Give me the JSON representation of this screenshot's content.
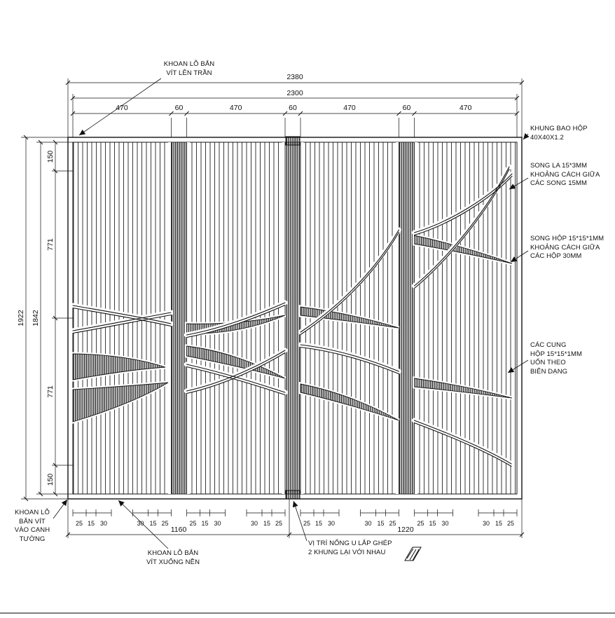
{
  "drawing": {
    "dims": {
      "overall_width": "2380",
      "inner_width": "2300",
      "overall_height": "1922",
      "inner_height": "1842",
      "top_segments": [
        "470",
        "60",
        "470",
        "60",
        "470",
        "60",
        "470"
      ],
      "left_segments": [
        "150",
        "771",
        "771",
        "150"
      ],
      "bottom_left_width": "1160",
      "bottom_right_width": "1220",
      "slat_spacing": [
        "25",
        "15",
        "30",
        "30",
        "15",
        "25"
      ]
    },
    "callouts": {
      "ceiling_screw": [
        "KHOAN LỖ BẮN",
        "VÍT LÊN TRẦN"
      ],
      "frame": [
        "KHUNG BAO HỘP",
        "40X40X1.2"
      ],
      "song_la": [
        "SONG LA 15*3MM",
        "KHOẢNG CÁCH GIỮA",
        "CÁC SONG 15MM"
      ],
      "song_hop": [
        "SONG HỘP 15*15*1MM",
        "KHOẢNG CÁCH GIỮA",
        "CÁC HỘP 30MM"
      ],
      "cung_hop": [
        "CÁC CUNG",
        "HỘP 15*15*1MM",
        "UỐN THEO",
        "BIÊN DẠNG"
      ],
      "wall_screw": [
        "KHOAN LỖ",
        "BẮN VÍT",
        "VÀO CẠNH",
        "TƯỜNG"
      ],
      "floor_screw": [
        "KHOAN LỖ BẮN",
        "VÍT XUỐNG NỀN"
      ],
      "joint": [
        "VỊ TRÍ NỐNG U LẮP GHÉP",
        "2 KHUNG LẠI VỚI NHAU"
      ]
    }
  }
}
